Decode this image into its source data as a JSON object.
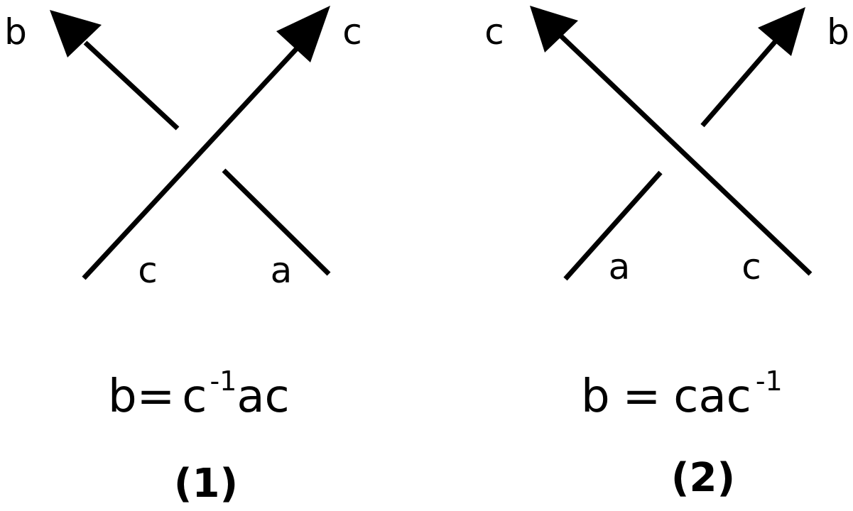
{
  "diagram1": {
    "labels": {
      "top_left": "b",
      "top_right": "c",
      "bottom_left": "c",
      "bottom_right": "a"
    },
    "equation": {
      "lhs": "b",
      "eq": "=",
      "base1": "c",
      "exp1": "-1",
      "tail": "ac"
    },
    "caption": "(1)"
  },
  "diagram2": {
    "labels": {
      "top_left": "c",
      "top_right": "b",
      "bottom_left": "a",
      "bottom_right": "c"
    },
    "equation": {
      "lhs": "b",
      "eq": "=",
      "base": "cac",
      "exp": "-1"
    },
    "caption": "(2)"
  }
}
